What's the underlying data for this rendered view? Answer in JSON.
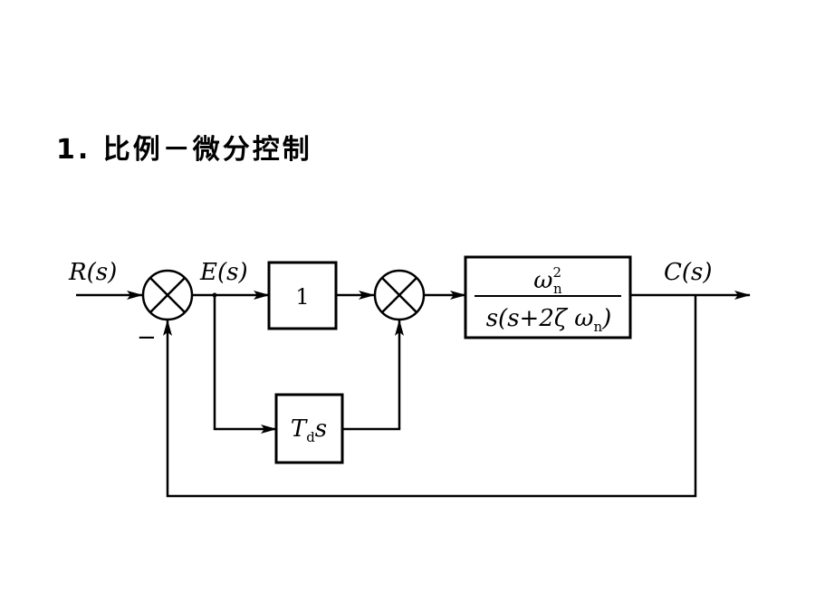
{
  "title": "1. 比例－微分控制",
  "signals": {
    "input": "R(s)",
    "error": "E(s)",
    "output": "C(s)"
  },
  "feedback_sign": "−",
  "blocks": {
    "proportional": "1",
    "derivative": {
      "main": "T",
      "sub": "d",
      "tail": "s"
    },
    "plant": {
      "numerator": {
        "main": "ω",
        "sub": "n",
        "sup": "2"
      },
      "denominator": {
        "left": "s(s+2ζ ω",
        "sub": "n",
        "right": ")"
      }
    }
  }
}
